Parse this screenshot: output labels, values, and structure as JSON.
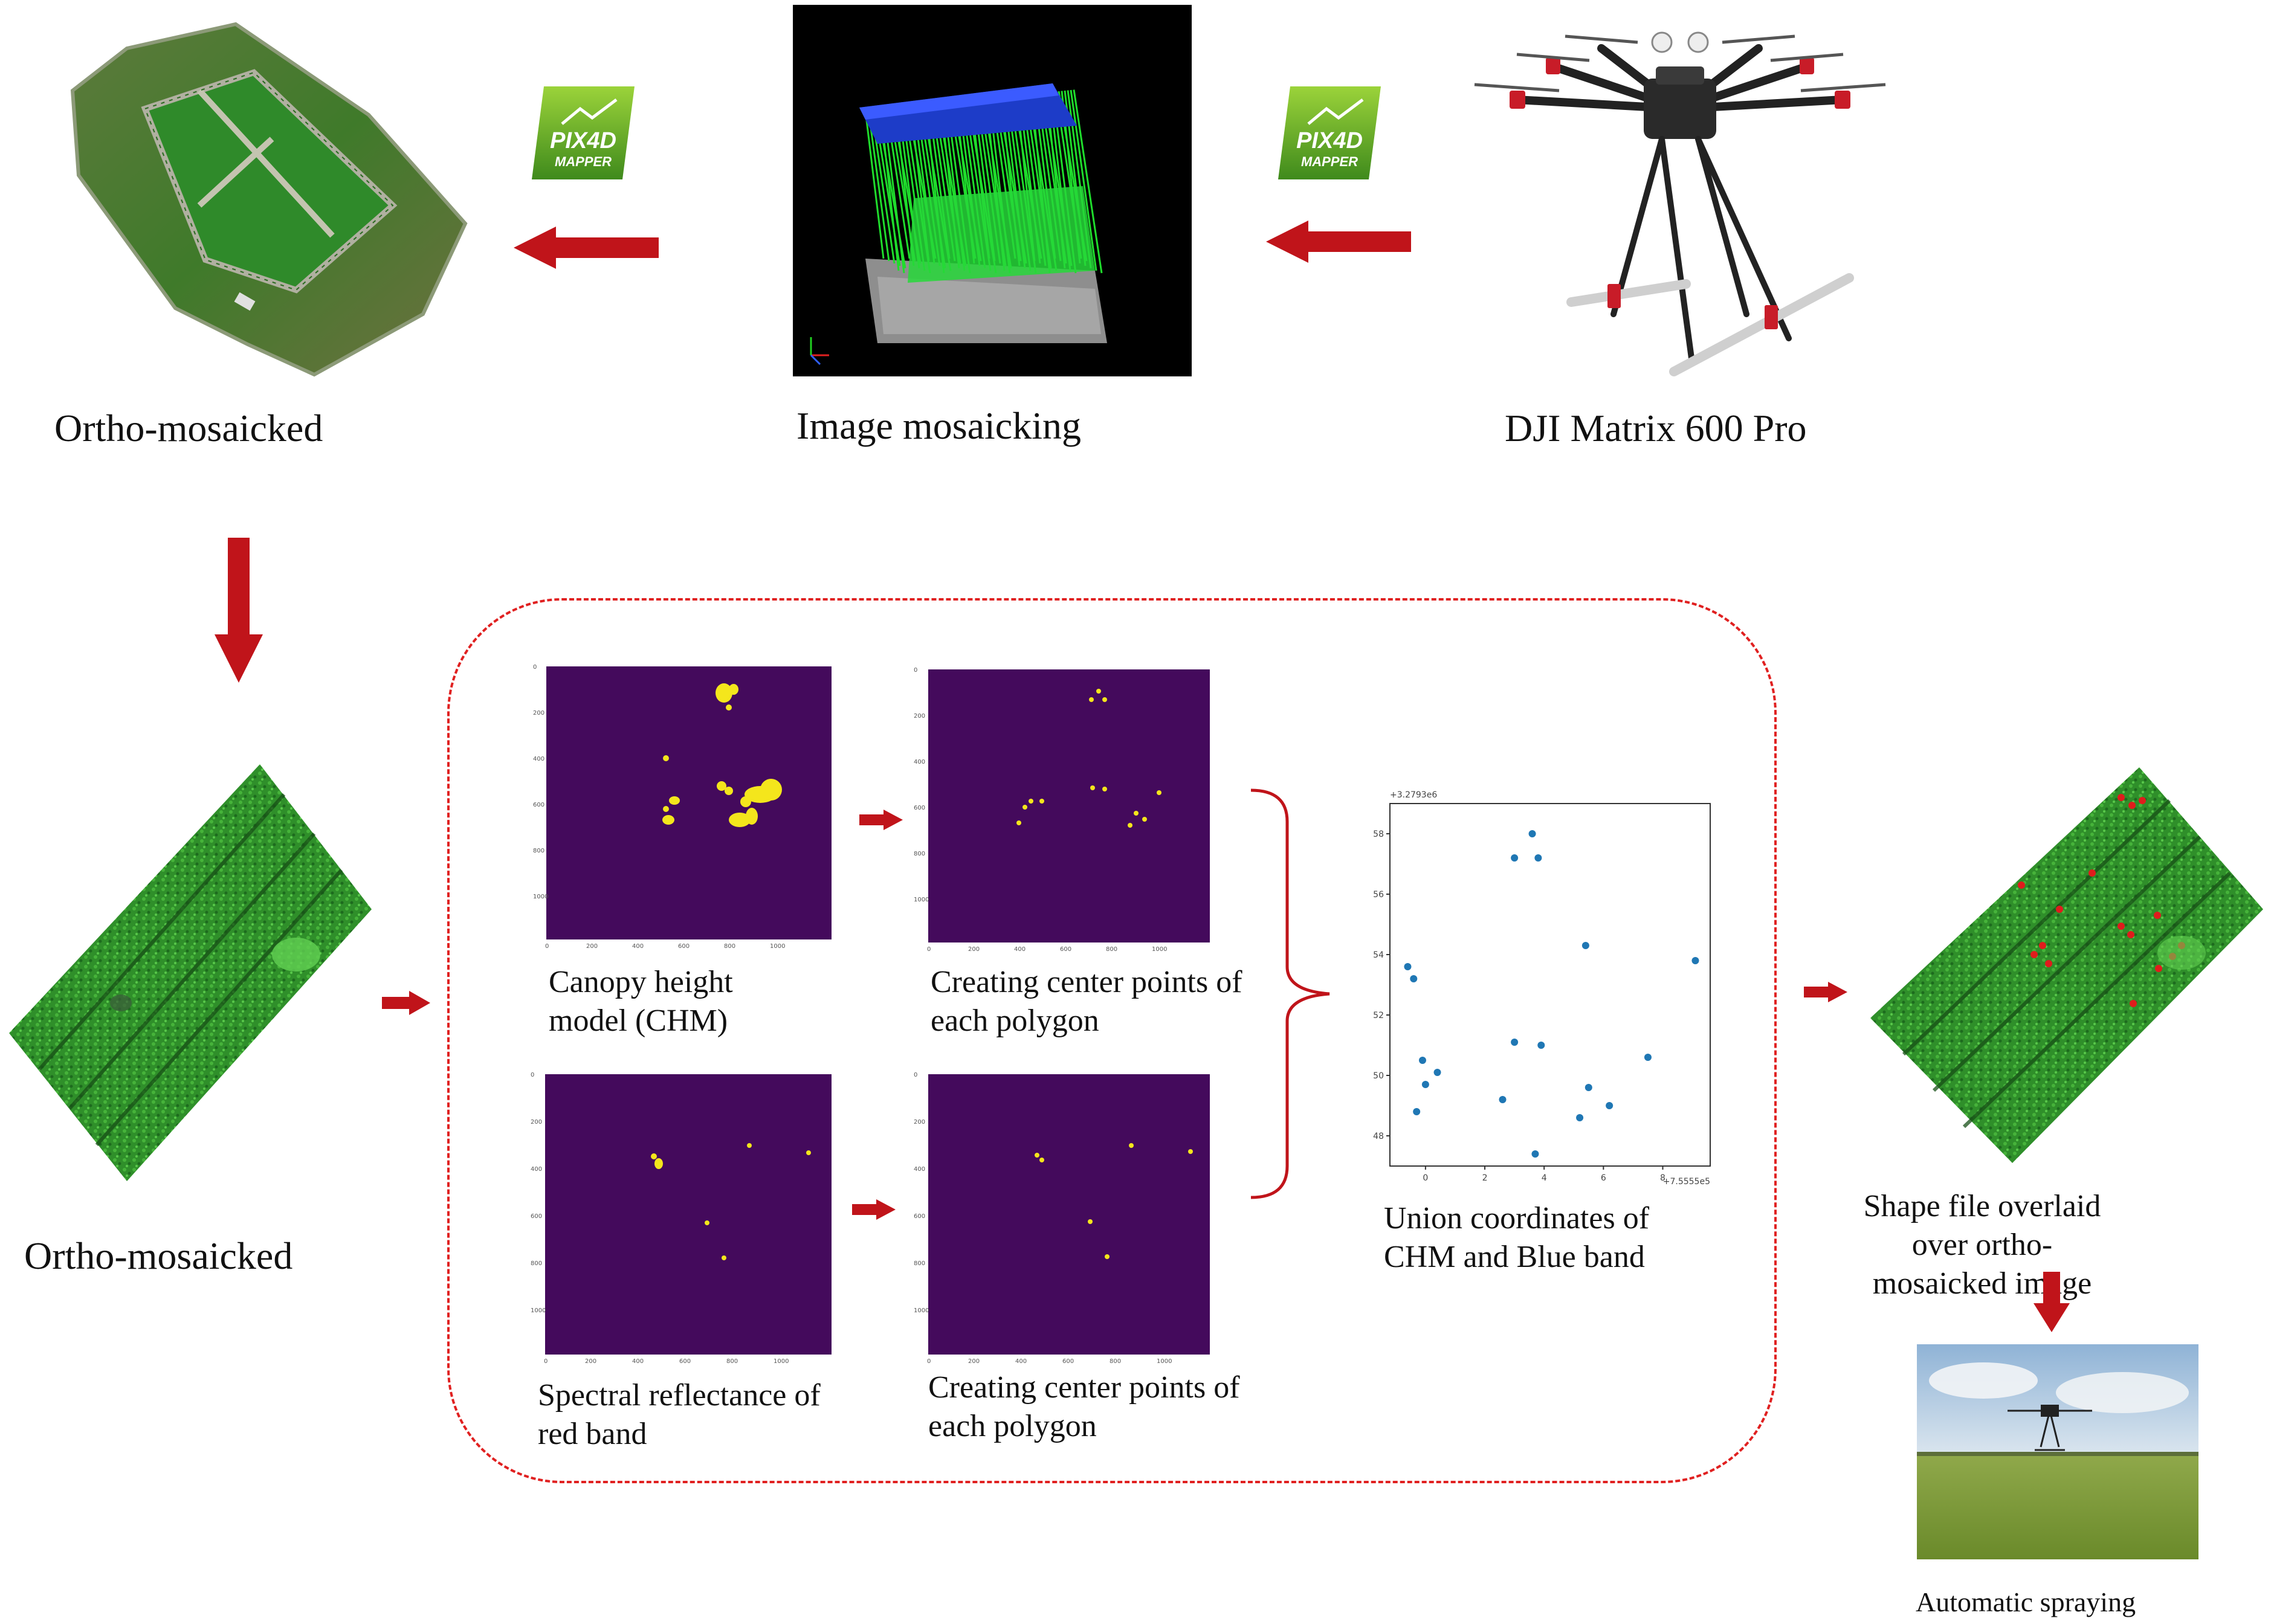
{
  "top_row": {
    "ortho_caption": "Ortho-mosaicked",
    "mosaic_caption": "Image mosaicking",
    "drone_caption": "DJI Matrix 600 Pro"
  },
  "software_badge": {
    "line1": "PIX4D",
    "line2": "MAPPER",
    "colors": {
      "top": "#9bd33a",
      "bottom": "#3f8a1c"
    }
  },
  "left_column": {
    "ortho_caption": "Ortho-mosaicked"
  },
  "processing_box": {
    "border_color": "#e02020",
    "chm_caption": "Canopy height model (CHM)",
    "chm_center_caption": "Creating center points of each polygon",
    "red_caption": "Spectral reflectance of red band",
    "red_center_caption": "Creating center points of each polygon",
    "union_caption": "Union coordinates of CHM and Blue band",
    "union_plot": {
      "offset_top_label": "+3.2793e6",
      "offset_right_label": "+7.5555e5",
      "y_ticks": [
        "58",
        "56",
        "54",
        "52",
        "50",
        "48"
      ],
      "x_ticks": [
        "0",
        "2",
        "4",
        "6",
        "8"
      ]
    }
  },
  "right_column": {
    "overlay_caption": "Shape file overlaid over ortho-mosaicked image",
    "spray_caption": "Automatic spraying"
  },
  "colors": {
    "arrow": "#c0141a",
    "plot_bg": "#440a5c",
    "plot_point": "#f4e61c",
    "scatter_point": "#1f77b4"
  },
  "chart_data": {
    "type": "scatter",
    "x": [
      -0.6,
      -0.4,
      -0.3,
      -0.1,
      0.0,
      0.4,
      2.6,
      3.0,
      3.0,
      3.6,
      3.7,
      3.8,
      3.9,
      5.2,
      5.4,
      5.5,
      6.2,
      7.5,
      9.1
    ],
    "y": [
      53.6,
      53.2,
      48.8,
      50.5,
      49.7,
      50.1,
      49.2,
      57.2,
      51.1,
      58.0,
      47.4,
      57.2,
      51.0,
      48.6,
      54.3,
      49.6,
      49.0,
      50.6,
      53.8
    ],
    "xlabel": "",
    "ylabel": "",
    "xlim": [
      -1.2,
      9.6
    ],
    "ylim": [
      47.0,
      59.0
    ],
    "grid": false
  }
}
